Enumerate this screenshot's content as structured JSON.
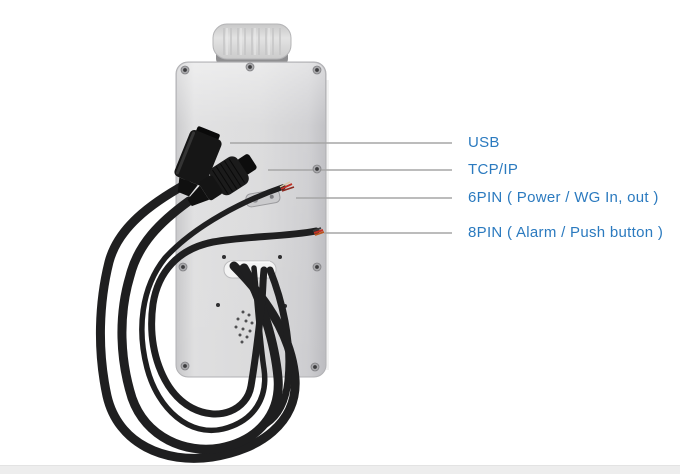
{
  "colors": {
    "label_text": "#2b7abf",
    "leader_line": "#a6a6a6",
    "cable_black": "#1f1f20",
    "panel_silver": "#d8d8da",
    "background": "#ffffff",
    "footer_bar": "#ededed"
  },
  "annotations": {
    "items": [
      {
        "id": "usb",
        "label": "USB",
        "target": "usb-connector"
      },
      {
        "id": "tcp",
        "label": "TCP/IP",
        "target": "tcpip-connector"
      },
      {
        "id": "6pin",
        "label": "6PIN ( Power / WG In, out )",
        "target": "6pin-pigtail"
      },
      {
        "id": "8pin",
        "label": "8PIN ( Alarm / Push button )",
        "target": "8pin-pigtail"
      }
    ]
  }
}
